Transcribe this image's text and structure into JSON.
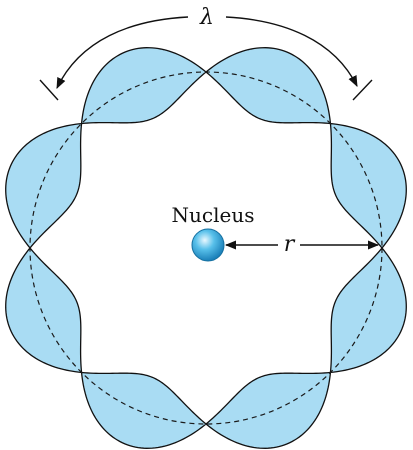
{
  "labels": {
    "wavelength_symbol": "λ",
    "nucleus": "Nucleus",
    "radius_symbol": "r"
  },
  "wave": {
    "nodes": 8,
    "fill_color": "#a9dcf3",
    "stroke_color": "#111111"
  },
  "nucleus_colors": {
    "highlight": "#e9f8ff",
    "mid": "#58c0ea",
    "edge": "#1a7fb8"
  }
}
